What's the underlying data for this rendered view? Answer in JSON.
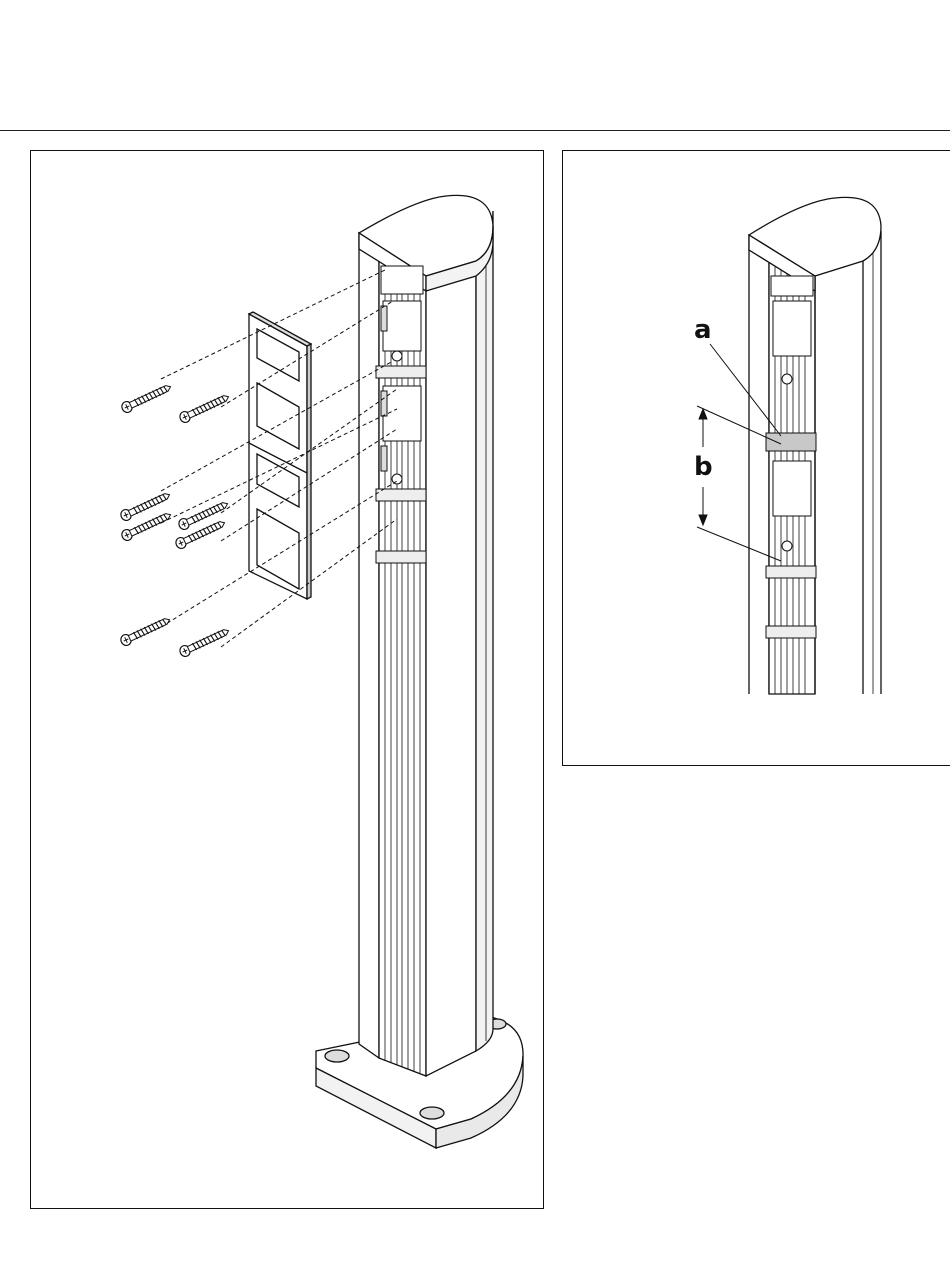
{
  "figure": {
    "left_panel": {
      "name": "mounting-illustration"
    },
    "right_panel": {
      "name": "spacing-illustration",
      "callouts": {
        "a": "a",
        "b": "b"
      }
    }
  },
  "colors": {
    "line": "#111111",
    "background": "#ffffff",
    "fill_light": "#ffffff",
    "fill_shade": "#e6e6e6"
  }
}
